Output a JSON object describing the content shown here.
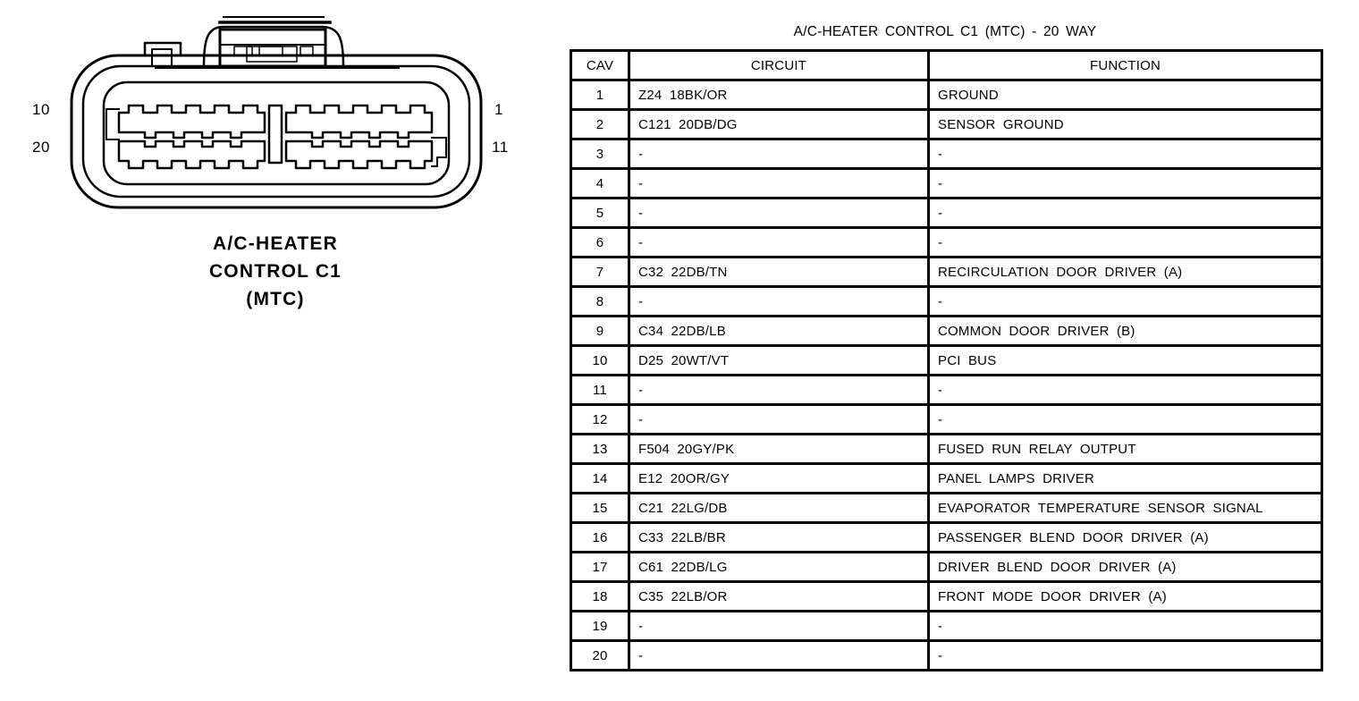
{
  "connector": {
    "caption_lines": [
      "A/C-HEATER",
      "CONTROL C1",
      "(MTC)"
    ],
    "pins": {
      "top_left": "10",
      "bottom_left": "20",
      "top_right": "1",
      "bottom_right": "11"
    }
  },
  "table": {
    "title": "A/C-HEATER CONTROL C1 (MTC) - 20 WAY",
    "columns": [
      "CAV",
      "CIRCUIT",
      "FUNCTION"
    ],
    "rows": [
      {
        "cav": "1",
        "circuit": "Z24 18BK/OR",
        "function": "GROUND"
      },
      {
        "cav": "2",
        "circuit": "C121 20DB/DG",
        "function": "SENSOR GROUND"
      },
      {
        "cav": "3",
        "circuit": "-",
        "function": "-"
      },
      {
        "cav": "4",
        "circuit": "-",
        "function": "-"
      },
      {
        "cav": "5",
        "circuit": "-",
        "function": "-"
      },
      {
        "cav": "6",
        "circuit": "-",
        "function": "-"
      },
      {
        "cav": "7",
        "circuit": "C32 22DB/TN",
        "function": "RECIRCULATION DOOR DRIVER (A)"
      },
      {
        "cav": "8",
        "circuit": "-",
        "function": "-"
      },
      {
        "cav": "9",
        "circuit": "C34 22DB/LB",
        "function": "COMMON DOOR DRIVER (B)"
      },
      {
        "cav": "10",
        "circuit": "D25 20WT/VT",
        "function": "PCI BUS"
      },
      {
        "cav": "11",
        "circuit": "-",
        "function": "-"
      },
      {
        "cav": "12",
        "circuit": "-",
        "function": "-"
      },
      {
        "cav": "13",
        "circuit": "F504 20GY/PK",
        "function": "FUSED RUN RELAY OUTPUT"
      },
      {
        "cav": "14",
        "circuit": "E12 20OR/GY",
        "function": "PANEL LAMPS DRIVER"
      },
      {
        "cav": "15",
        "circuit": "C21 22LG/DB",
        "function": "EVAPORATOR TEMPERATURE SENSOR SIGNAL"
      },
      {
        "cav": "16",
        "circuit": "C33 22LB/BR",
        "function": "PASSENGER BLEND DOOR DRIVER (A)"
      },
      {
        "cav": "17",
        "circuit": "C61 22DB/LG",
        "function": "DRIVER BLEND DOOR DRIVER (A)"
      },
      {
        "cav": "18",
        "circuit": "C35 22LB/OR",
        "function": "FRONT MODE DOOR DRIVER (A)"
      },
      {
        "cav": "19",
        "circuit": "-",
        "function": "-"
      },
      {
        "cav": "20",
        "circuit": "-",
        "function": "-"
      }
    ]
  },
  "colors": {
    "ink": "#000000",
    "background": "#ffffff"
  }
}
